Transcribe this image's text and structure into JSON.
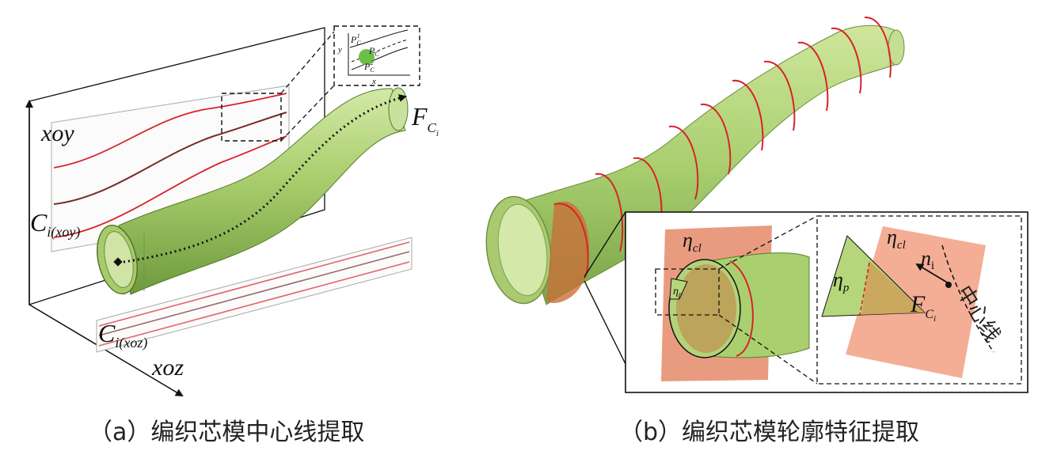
{
  "panel_a": {
    "caption": "（a）编织芯模中心线提取",
    "plane_xoy": "xoy",
    "plane_xoz": "xoz",
    "curve_xoy": {
      "base": "C",
      "sub": "i(xoy)"
    },
    "curve_xoz": {
      "base": "C",
      "sub": "i(xoz)"
    },
    "centerline": {
      "base": "F",
      "sub": "C",
      "subsub": "i"
    },
    "inset": {
      "axis_x": "x",
      "axis_y": "y",
      "points": [
        {
          "base": "P",
          "sub": "C",
          "sup": "1"
        },
        {
          "base": "P",
          "sub": "C",
          "sup": ""
        },
        {
          "base": "P",
          "sub": "C",
          "sup": "2"
        }
      ]
    }
  },
  "panel_b": {
    "caption": "（b）编织芯模轮廓特征提取",
    "plane_cl": {
      "base": "η",
      "sub": "cl"
    },
    "plane_p": {
      "base": "η",
      "sub": "p"
    },
    "normal": {
      "base": "n",
      "sub": "i"
    },
    "centerline": {
      "base": "F",
      "sub": "C",
      "subsub": "i"
    },
    "centerline_label": "中心线"
  },
  "colors": {
    "tube": "#a9cf6f",
    "tube_dark": "#6f9a3e",
    "red_curve": "#d8232a",
    "plane_salmon": "#f2a58a",
    "plane_green": "#b5d67a"
  }
}
